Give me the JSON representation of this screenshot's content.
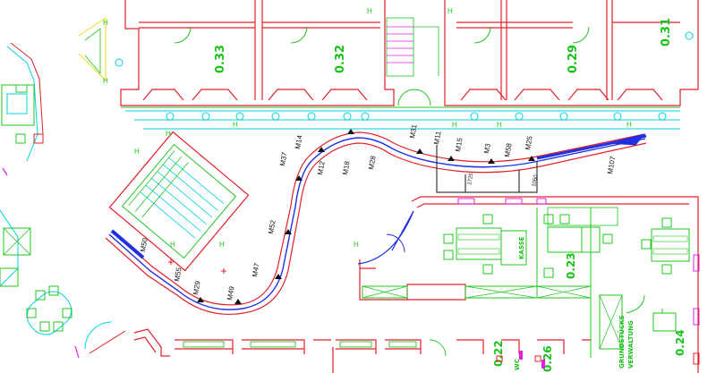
{
  "rooms": {
    "r033": "0.33",
    "r032": "0.32",
    "r029": "0.29",
    "r031": "0.31",
    "r023": "0.23",
    "r024": "0.24",
    "r022": "0.22",
    "r026": "0.26"
  },
  "room_names": {
    "kasse": "KASSE",
    "grundstuecks": "GRUNDSTÜCKS-",
    "verwaltung": "VERWALTUNG",
    "wc": "WC"
  },
  "markers": {
    "m37": "M37",
    "m14": "M14",
    "m12": "M12",
    "m18": "M18",
    "m28": "M28",
    "m31": "M31",
    "m11": "M11",
    "m15": "M15",
    "m3": "M3",
    "m58": "M58",
    "m25": "M25",
    "m107": "M107",
    "m52": "M52",
    "m47": "M47",
    "m49": "M49",
    "m29": "M29",
    "m55": "M55",
    "m50": "M50"
  },
  "dimensions": {
    "d1": "1725",
    "d2": "1060"
  },
  "h_label": "H",
  "colors": {
    "wall": "#e0202a",
    "green": "#22c422",
    "cyan": "#00d0e0",
    "blue": "#2030e0",
    "magenta": "#e020e0",
    "yellow": "#e8e020",
    "black": "#111111"
  }
}
